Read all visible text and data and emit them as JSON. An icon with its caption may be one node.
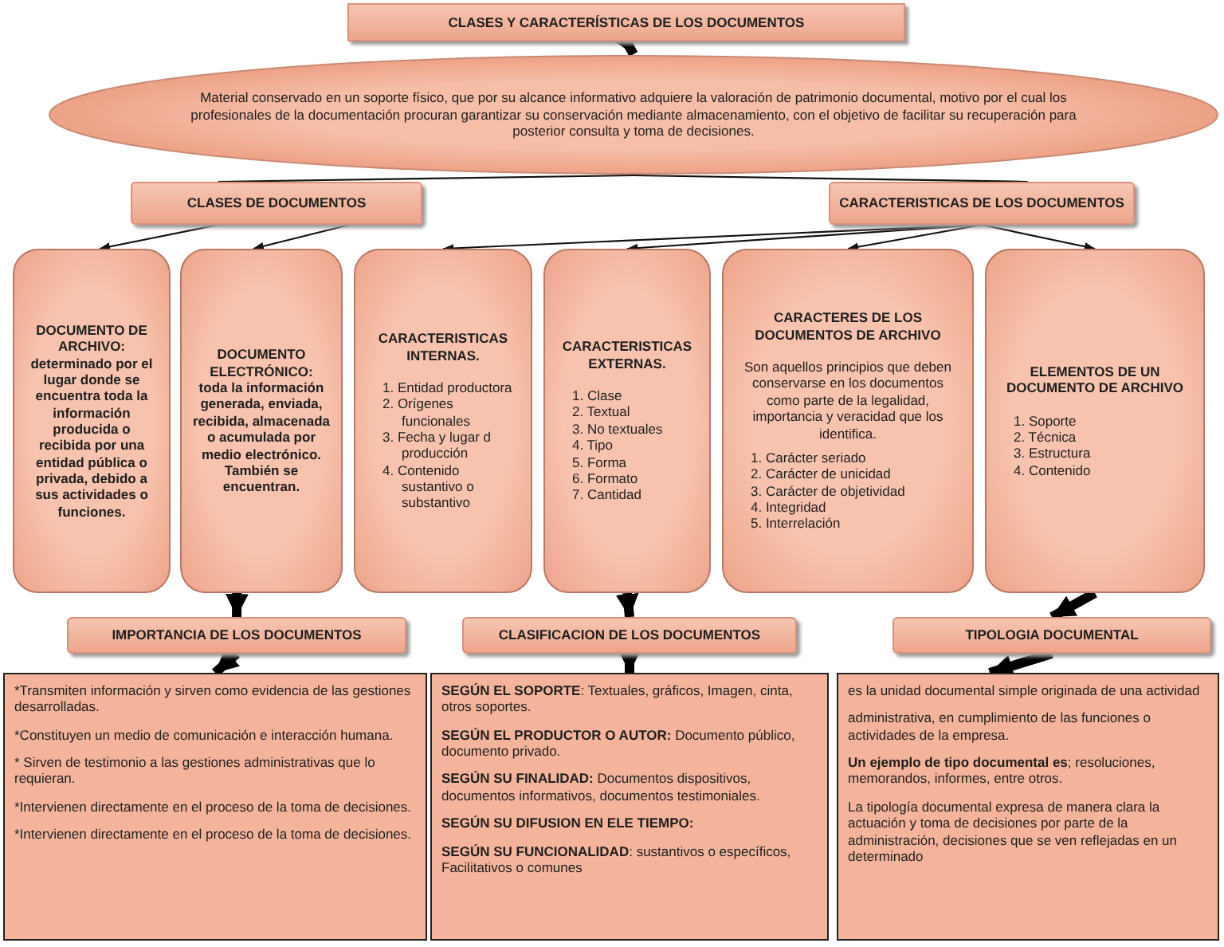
{
  "diagram": {
    "nodes": [
      {
        "text": [
          "CLASES Y CARACTERÍSTICAS DE LOS DOCUMENTOS"
        ]
      },
      {
        "text": [
          "Material conservado en un soporte físico, que por su alcance informativo adquiere la valoración de patrimonio documental, motivo por el cual los profesionales de la documentación procuran garantizar su conservación mediante almacenamiento, con el objetivo de facilitar su recuperación para posterior consulta y toma de decisiones."
        ]
      },
      {
        "text": [
          "CLASES DE DOCUMENTOS"
        ]
      },
      {
        "text": [
          "CARACTERISTICAS DE LOS DOCUMENTOS"
        ]
      },
      {
        "text": [
          "DOCUMENTO DE ARCHIVO:",
          "determinado por el lugar donde se encuentra toda la información producida o recibida por una entidad pública o privada, debido a sus actividades o funciones."
        ]
      },
      {
        "text": [
          "DOCUMENTO ELECTRÓNICO:",
          "toda la información generada, enviada, recibida, almacenada o acumulada por medio electrónico. También se encuentran."
        ]
      },
      {
        "text": [
          "CARACTERISTICAS INTERNAS.",
          "1. Entidad productora",
          "2. Orígenes funcionales",
          "3. Fecha y lugar d producción",
          "4. Contenido sustantivo o substantivo"
        ]
      },
      {
        "text": [
          "CARACTERISTICAS EXTERNAS.",
          "1. Clase",
          "2. Textual",
          "3. No textuales",
          "4. Tipo",
          "5. Forma",
          "6. Formato",
          "7. Cantidad"
        ]
      },
      {
        "text": [
          "CARACTERES DE LOS DOCUMENTOS DE ARCHIVO",
          "Son aquellos principios que deben conservarse en los documentos como parte de la legalidad, importancia y veracidad que los identifica.",
          "1. Carácter seriado",
          "2. Carácter de unicidad",
          "3. Carácter de objetividad",
          "4. Integridad",
          "5. Interrelación"
        ]
      },
      {
        "text": [
          "ELEMENTOS DE UN DOCUMENTO DE ARCHIVO",
          "1. Soporte",
          "2. Técnica",
          "3. Estructura",
          "4. Contenido"
        ]
      },
      {
        "text": [
          "IMPORTANCIA DE LOS DOCUMENTOS"
        ]
      },
      {
        "text": [
          "*Transmiten información y sirven como evidencia de las gestiones desarrolladas.",
          "*Constituyen un medio de comunicación e interacción humana.",
          "* Sirven de testimonio a las gestiones administrativas que lo requieran.",
          "*Intervienen directamente en el proceso de la toma de decisiones.",
          "*Intervienen directamente en el proceso de la toma de decisiones."
        ]
      },
      {
        "text": [
          "CLASIFICACION DE LOS DOCUMENTOS"
        ]
      },
      {
        "text": [
          "**SEGÚN EL SOPORTE**: Textuales, gráficos, Imagen, cinta, otros soportes.",
          "**SEGÚN EL PRODUCTOR O AUTOR:** Documento público, documento privado.",
          "**SEGÚN SU FINALIDAD:** Documentos dispositivos, documentos informativos, documentos testimoniales.",
          "SEGÚN SU DIFUSION EN ELE TIEMPO:",
          "**SEGÚN SU FUNCIONALIDAD**: sustantivos o específicos, Facilitativos o comunes"
        ]
      },
      {
        "text": [
          "TIPOLOGIA DOCUMENTAL"
        ]
      },
      {
        "text": [
          "es la unidad documental simple originada de una actividad",
          "administrativa, en cumplimiento de las funciones o actividades de la empresa.",
          "**Un ejemplo de tipo documental es**; resoluciones, memorandos, informes, entre otros.",
          "La tipología documental expresa de manera clara la actuación y toma de decisiones por parte de la administración, decisiones que se ven reflejadas en un determinado"
        ]
      }
    ],
    "edges": [
      {
        "from": 0,
        "to": 1,
        "arrow": "to",
        "style": "thick"
      },
      {
        "from": 1,
        "to": 2,
        "arrow": "none"
      },
      {
        "from": 1,
        "to": 3,
        "arrow": "none"
      },
      {
        "from": 2,
        "to": 4,
        "arrow": "to"
      },
      {
        "from": 2,
        "to": 5,
        "arrow": "to"
      },
      {
        "from": 3,
        "to": 6,
        "arrow": "to"
      },
      {
        "from": 3,
        "to": 7,
        "arrow": "to"
      },
      {
        "from": 3,
        "to": 8,
        "arrow": "to"
      },
      {
        "from": 3,
        "to": 9,
        "arrow": "to"
      },
      {
        "from": 5,
        "to": 10,
        "arrow": "to",
        "style": "thick"
      },
      {
        "from": 7,
        "to": 12,
        "arrow": "to",
        "style": "thick"
      },
      {
        "from": 9,
        "to": 14,
        "arrow": "to",
        "style": "thick"
      },
      {
        "from": 10,
        "to": 11,
        "arrow": "to",
        "style": "thick"
      },
      {
        "from": 12,
        "to": 13,
        "arrow": "to",
        "style": "thick"
      },
      {
        "from": 14,
        "to": 15,
        "arrow": "to",
        "style": "thick"
      }
    ]
  }
}
